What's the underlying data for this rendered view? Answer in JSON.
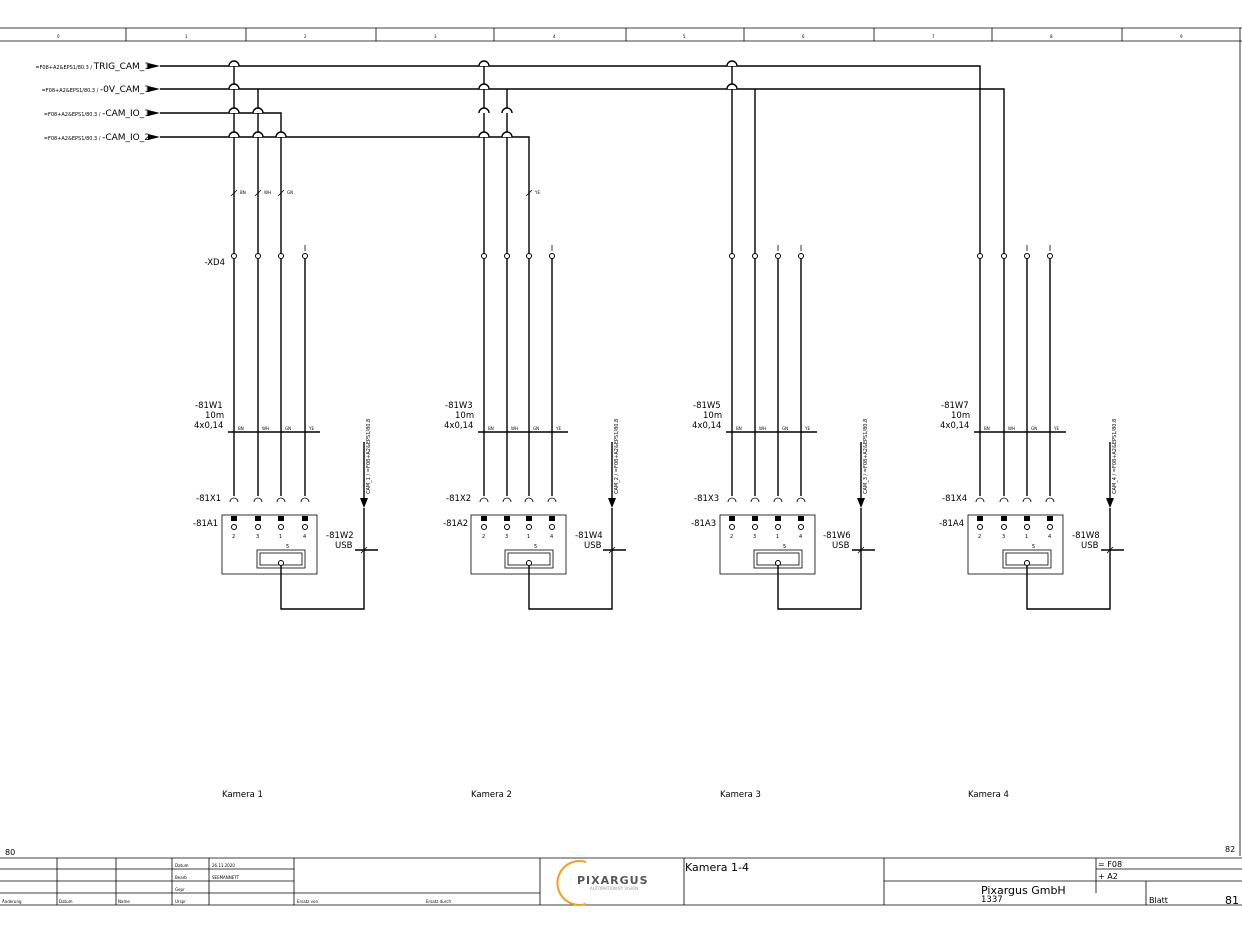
{
  "column_numbers": [
    "0",
    "1",
    "2",
    "3",
    "4",
    "5",
    "6",
    "7",
    "8",
    "9"
  ],
  "signals": [
    {
      "prefix": "=F08+A2&EPS1/80.3 / ",
      "name": "TRIG_CAM_1"
    },
    {
      "prefix": "=F08+A2&EPS1/80.3 / ",
      "name": "-0V_CAM_1"
    },
    {
      "prefix": "=F08+A2&EPS1/80.3 / ",
      "name": "-CAM_IO_1"
    },
    {
      "prefix": "=F08+A2&EPS1/80.3 / ",
      "name": "-CAM_IO_2"
    }
  ],
  "terminal_strip": "-XD4",
  "wire_colors": [
    "BN",
    "WH",
    "GN",
    "YE"
  ],
  "groups": [
    {
      "cable": "-81W1",
      "length": "10m",
      "section": "4x0,14",
      "connector": "-81X1",
      "device": "-81A1",
      "usb": "-81W2",
      "usb_label": "USB",
      "cam_ref": "CAM_1 / =F08+A2&EPS1/80.8",
      "name": "Kamera 1"
    },
    {
      "cable": "-81W3",
      "length": "10m",
      "section": "4x0,14",
      "connector": "-81X2",
      "device": "-81A2",
      "usb": "-81W4",
      "usb_label": "USB",
      "cam_ref": "CAM_2 / =F08+A2&EPS1/80.8",
      "name": "Kamera 2"
    },
    {
      "cable": "-81W5",
      "length": "10m",
      "section": "4x0,14",
      "connector": "-81X3",
      "device": "-81A3",
      "usb": "-81W6",
      "usb_label": "USB",
      "cam_ref": "CAM_3 / =F08+A2&EPS1/80.8",
      "name": "Kamera 3"
    },
    {
      "cable": "-81W7",
      "length": "10m",
      "section": "4x0,14",
      "connector": "-81X4",
      "device": "-81A4",
      "usb": "-81W8",
      "usb_label": "USB",
      "cam_ref": "CAM_4 / =F08+A2&EPS1/80.8",
      "name": "Kamera 4"
    }
  ],
  "pin_numbers": [
    "2",
    "3",
    "1",
    "4"
  ],
  "usb_pin": "5",
  "page_prev": "80",
  "page_next": "82",
  "title_block": {
    "datum_label": "Datum",
    "datum_value": "26.11.2020",
    "bearb_label": "Bearb",
    "bearb_value": "SEEMANNETT",
    "gepr_label": "Gepr",
    "urspr_label": "Urspr",
    "aenderung_label": "Änderung",
    "datum_col_label": "Datum",
    "name_col_label": "Name",
    "ersatz_von": "Ersatz von",
    "ersatz_durch": "Ersatz durch",
    "logo": "PIXARGUS",
    "logo_sub": "AUTOMATION BY VISION",
    "title": "Kamera 1-4",
    "company": "Pixargus GmbH",
    "project_no": "1337",
    "assignment": "= F08",
    "location": "+ A2",
    "blatt_label": "Blatt",
    "blatt_value": "81"
  }
}
